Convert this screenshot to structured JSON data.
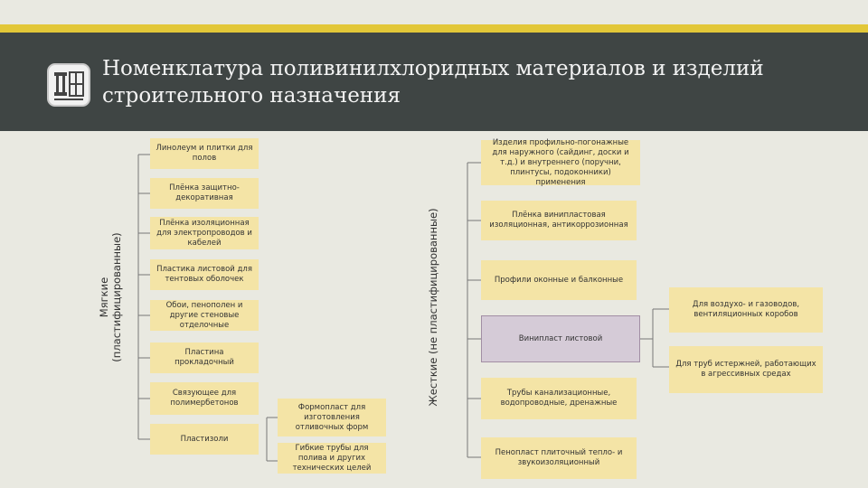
{
  "title": "Номенклатура поливинилхлоридных материалов  и изделий строительного назначения",
  "soft": {
    "label": "Мягкие (пластифицированные)",
    "items": [
      "Линолеум и плитки для полов",
      "Плёнка защитно-декоративная",
      "Плёнка изоляционная для электропроводов и кабелей",
      "Пластика листовой для тентовых оболочек",
      "Обои, пенополен и другие стеновые отделочные",
      "Пластина прокладочный",
      "Связующее для полимербетонов",
      "Пластизоли"
    ]
  },
  "plastisol_children": [
    "Формопласт для изготовления отливочных форм",
    "Гибкие трубы для полива и других технических целей"
  ],
  "rigid": {
    "label": "Жесткие (не пластифицированные)",
    "items": [
      "Изделия профильно-погонажные для наружного (сайдинг, доски и т.д.) и внутреннего (поручни, плинтусы, подоконники) применения",
      "Плёнка винипластовая изоляционная, антикоррозионная",
      "Профили оконные и балконные",
      "Винипласт листовой",
      "Трубы канализационные, водопроводные, дренажные",
      "Пенопласт плиточный тепло- и звукоизоляционный"
    ]
  },
  "viniplast_children": [
    "Для воздухо- и газоводов, вентиляционных коробов",
    "Для труб истержней, работающих в агрессивных средах"
  ]
}
